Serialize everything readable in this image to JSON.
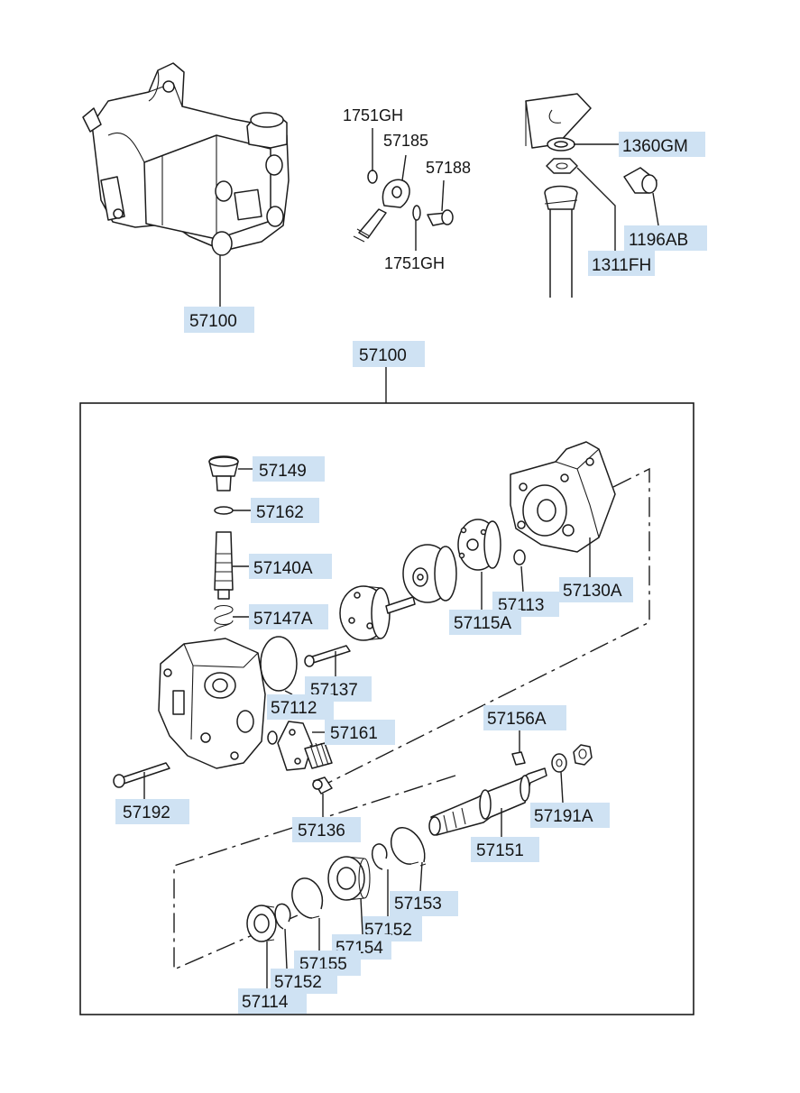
{
  "labels": {
    "l_57100_top": "57100",
    "l_1751GH_a": "1751GH",
    "l_57185": "57185",
    "l_57188": "57188",
    "l_1751GH_b": "1751GH",
    "l_1360GM": "1360GM",
    "l_1196AB": "1196AB",
    "l_1311FH": "1311FH",
    "l_57100_assy": "57100",
    "l_57149": "57149",
    "l_57162": "57162",
    "l_57140A": "57140A",
    "l_57147A": "57147A",
    "l_57113": "57113",
    "l_57130A": "57130A",
    "l_57115A": "57115A",
    "l_57137": "57137",
    "l_57112": "57112",
    "l_57161": "57161",
    "l_57156A": "57156A",
    "l_57192": "57192",
    "l_57136": "57136",
    "l_57191A": "57191A",
    "l_57151": "57151",
    "l_57153": "57153",
    "l_57152_a": "57152",
    "l_57154": "57154",
    "l_57155": "57155",
    "l_57152_b": "57152",
    "l_57114": "57114"
  }
}
